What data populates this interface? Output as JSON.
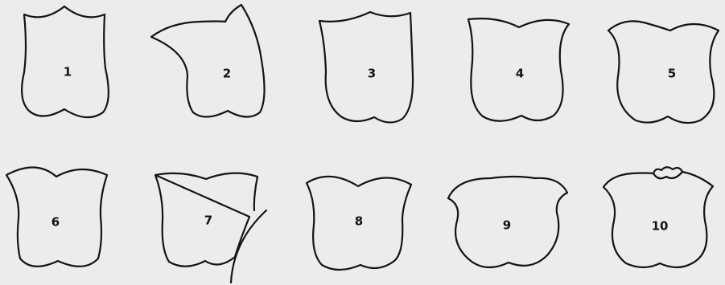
{
  "shapes": [
    {
      "id": "1",
      "label": "1"
    },
    {
      "id": "2",
      "label": "2"
    },
    {
      "id": "3",
      "label": "3"
    },
    {
      "id": "4",
      "label": "4"
    },
    {
      "id": "5",
      "label": "5"
    },
    {
      "id": "6",
      "label": "6"
    },
    {
      "id": "7",
      "label": "7"
    },
    {
      "id": "8",
      "label": "8"
    },
    {
      "id": "9",
      "label": "9"
    },
    {
      "id": "10",
      "label": "10"
    }
  ]
}
